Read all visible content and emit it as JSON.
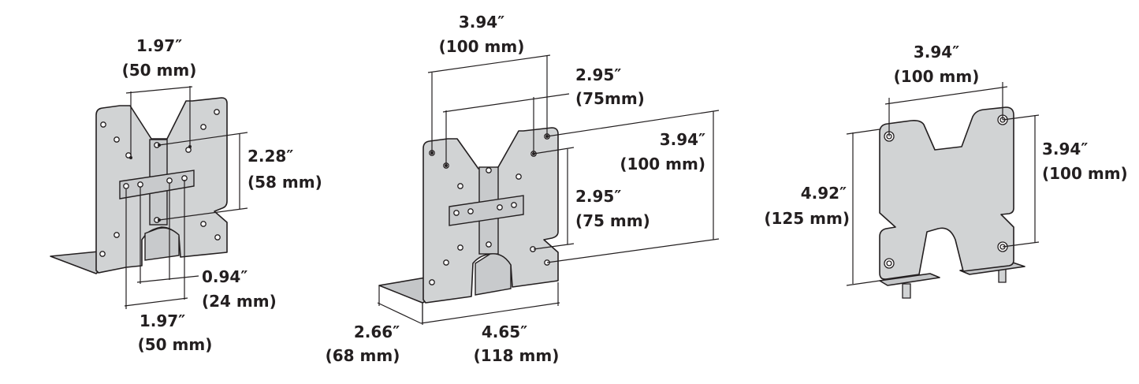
{
  "brackets": {
    "left": {
      "top_width_in": "1.97″",
      "top_width_mm": "(50 mm)",
      "height_in": "2.28″",
      "height_mm": "(58 mm)",
      "inner_width_in": "0.94″",
      "inner_width_mm": "(24 mm)",
      "bottom_width_in": "1.97″",
      "bottom_width_mm": "(50 mm)"
    },
    "middle": {
      "outer_width_in": "3.94″",
      "outer_width_mm": "(100 mm)",
      "inner_width_in": "2.95″",
      "inner_width_mm": "(75mm)",
      "outer_height_in": "3.94″",
      "outer_height_mm": "(100 mm)",
      "inner_height_in": "2.95″",
      "inner_height_mm": "(75 mm)",
      "depth_in": "2.66″",
      "depth_mm": "(68 mm)",
      "base_width_in": "4.65″",
      "base_width_mm": "(118 mm)"
    },
    "right": {
      "width_in": "3.94″",
      "width_mm": "(100 mm)",
      "hole_height_in": "3.94″",
      "hole_height_mm": "(100 mm)",
      "height_in": "4.92″",
      "height_mm": "(125 mm)"
    }
  }
}
